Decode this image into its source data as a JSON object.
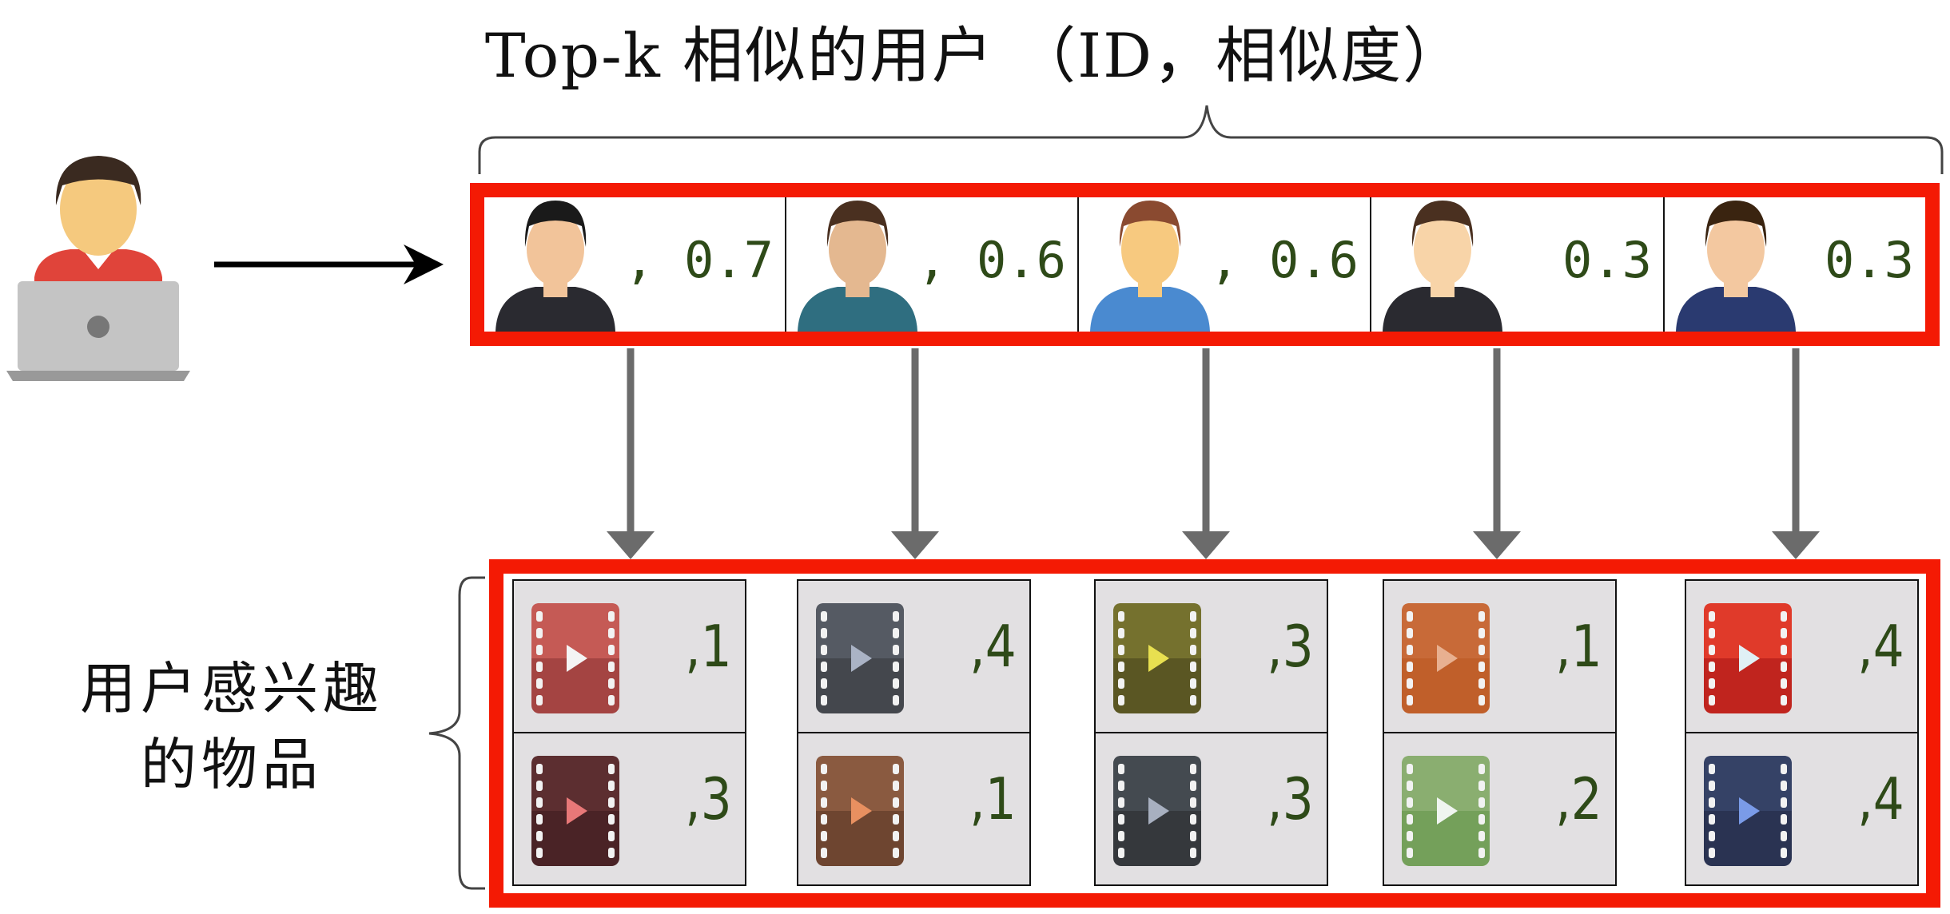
{
  "title": "Top-k 相似的用户 （ID，相似度）",
  "label": "用户感兴趣的物品",
  "label_lines": [
    "用户感兴趣",
    "的物品"
  ],
  "colors": {
    "accent_red": "#f41a04",
    "value_green": "#2e4a18",
    "arrow_gray": "#6b6b6b"
  },
  "query_user": {
    "icon": "user-laptop-icon",
    "skin": "#f5c97e",
    "hair": "#3a2a20",
    "shirt": "#e0443a"
  },
  "similar_users": [
    {
      "value": ", 0.7",
      "skin": "#f2c49a",
      "hair": "#1a1a1a",
      "shirt": "#2a2a30"
    },
    {
      "value": ", 0.6",
      "skin": "#e4b890",
      "hair": "#4a3020",
      "shirt": "#2f6e80"
    },
    {
      "value": ", 0.6",
      "skin": "#f7c97f",
      "hair": "#8a4a30",
      "shirt": "#4a8ad0"
    },
    {
      "value": "0.3",
      "skin": "#f8d4a8",
      "hair": "#4a3020",
      "shirt": "#2a2a30"
    },
    {
      "value": "0.3",
      "skin": "#f3c8a0",
      "hair": "#3a2410",
      "shirt": "#2a3a70"
    }
  ],
  "items": [
    [
      {
        "value": ",1",
        "top": "#c55a55",
        "bottom": "#a44442",
        "play": "#f4f4f4"
      },
      {
        "value": ",3",
        "top": "#5c2e30",
        "bottom": "#4a2326",
        "play": "#e87878"
      }
    ],
    [
      {
        "value": ",4",
        "top": "#555a63",
        "bottom": "#44474d",
        "play": "#aab3c5"
      },
      {
        "value": ",1",
        "top": "#8a5a40",
        "bottom": "#6e4530",
        "play": "#e89060"
      }
    ],
    [
      {
        "value": ",3",
        "top": "#75712e",
        "bottom": "#5a5623",
        "play": "#e8e050"
      },
      {
        "value": ",3",
        "top": "#444a50",
        "bottom": "#35383c",
        "play": "#a8b0c0"
      }
    ],
    [
      {
        "value": ",1",
        "top": "#c86a38",
        "bottom": "#c05f2a",
        "play": "#e8b090"
      },
      {
        "value": ",2",
        "top": "#8aae70",
        "bottom": "#74a05a",
        "play": "#f0f5f0"
      }
    ],
    [
      {
        "value": ",4",
        "top": "#e03a2a",
        "bottom": "#c0241e",
        "play": "#e0f0f5"
      },
      {
        "value": ",4",
        "top": "#354266",
        "bottom": "#2a3352",
        "play": "#7a9be8"
      }
    ]
  ]
}
